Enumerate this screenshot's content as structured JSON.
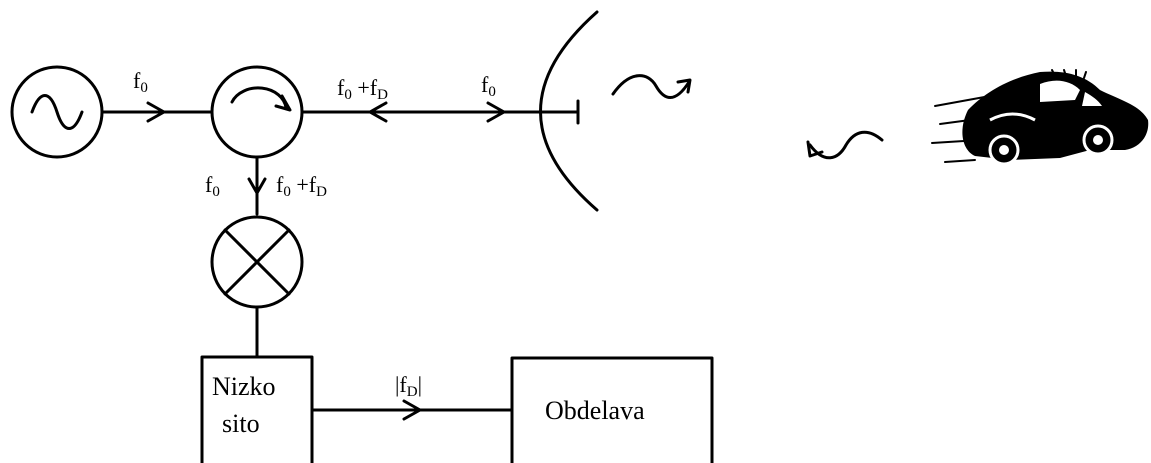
{
  "labels": {
    "osc_out_base": "f",
    "osc_out_sub": "0",
    "return_base1": "f",
    "return_sub1": "0",
    "return_plus": " +f",
    "return_sub2": "D",
    "tx_base": "f",
    "tx_sub": "0",
    "mix_in_left_base": "f",
    "mix_in_left_sub": "0",
    "mix_in_right_base1": "f",
    "mix_in_right_sub1": "0",
    "mix_in_right_plus": " +f",
    "mix_in_right_sub2": "D",
    "lpf_out_prefix": "|f",
    "lpf_out_sub": "D",
    "lpf_out_suffix": "|"
  },
  "blocks": {
    "lowpass_line1": "Nizko",
    "lowpass_line2": "sito",
    "processing": "Obdelava"
  },
  "icons": [
    "sine-oscillator-icon",
    "circulator-icon",
    "mixer-icon",
    "dish-antenna-icon",
    "wave-icon",
    "car-icon"
  ]
}
